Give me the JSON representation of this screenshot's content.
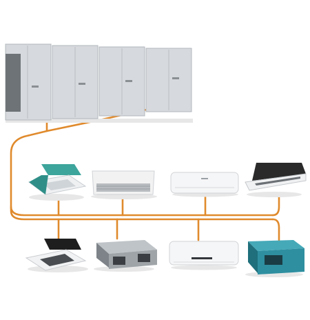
{
  "diagram": {
    "outdoor_units": {
      "count": 4,
      "casing_color": "#d6d9dd",
      "fan_grille_color": "#6e7378"
    },
    "indoor_units": [
      {
        "kind": "four-way-cassette",
        "body_color": "#2f8f88"
      },
      {
        "kind": "ceiling-floor",
        "body_color": "#f2f2f2"
      },
      {
        "kind": "wall-mounted",
        "body_color": "#f5f6f7"
      },
      {
        "kind": "one-way-cassette",
        "body_color": "#2a2a2a"
      },
      {
        "kind": "four-way-cassette",
        "body_color": "#1e1e1e"
      },
      {
        "kind": "ducted",
        "body_color": "#9ea4a8"
      },
      {
        "kind": "wall-mounted",
        "body_color": "#f5f6f7"
      },
      {
        "kind": "high-static-ducted",
        "body_color": "#2e8fa0"
      }
    ],
    "colors": {
      "refrigerant_pipe": "#e08a2c",
      "unit_shadow": "#e7e7e7"
    }
  }
}
